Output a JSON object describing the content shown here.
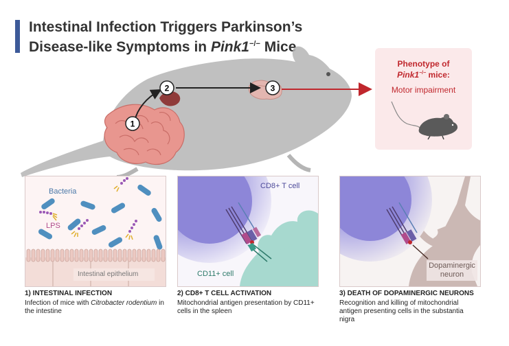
{
  "title": {
    "line1": "Intestinal Infection Triggers Parkinson’s",
    "line2_prefix": "Disease-like Symptoms in ",
    "line2_gene": "Pink1",
    "line2_sup": "−/−",
    "line2_suffix": " Mice"
  },
  "steps": {
    "step1": "1",
    "step2": "2",
    "step3": "3"
  },
  "phenotype": {
    "title_line1": "Phenotype of",
    "gene": "Pink1",
    "sup": "−/−",
    "title_suffix": " mice:",
    "text": "Motor impairment"
  },
  "panels": {
    "p1": {
      "bacteria_label": "Bacteria",
      "lps_label": "LPS",
      "epithelium_label": "Intestinal epithelium",
      "heading": "1) INTESTINAL INFECTION",
      "text_a": "Infection of mice with ",
      "text_species": "Citrobacter rodentium",
      "text_b": " in the intestine"
    },
    "p2": {
      "cd8_label": "CD8+ T cell",
      "cd11_label": "CD11+ cell",
      "heading": "2) CD8+ T CELL ACTIVATION",
      "text": "Mitochondrial antigen presentation by CD11+ cells in the spleen"
    },
    "p3": {
      "neuron_label": "Dopaminergic neuron",
      "heading": "3) DEATH OF DOPAMINERGIC NEURONS",
      "text": "Recognition and killing of mitochondrial antigen presenting cells in the substantia nigra"
    }
  },
  "colors": {
    "title_bar": "#3d5a99",
    "accent_red": "#c0272d",
    "mouse_gray": "#b6b6b6",
    "intestine": "#e8968f",
    "tcell": "#8d86d8",
    "cd11": "#a7d9cf",
    "neuron": "#cbb8b4"
  }
}
